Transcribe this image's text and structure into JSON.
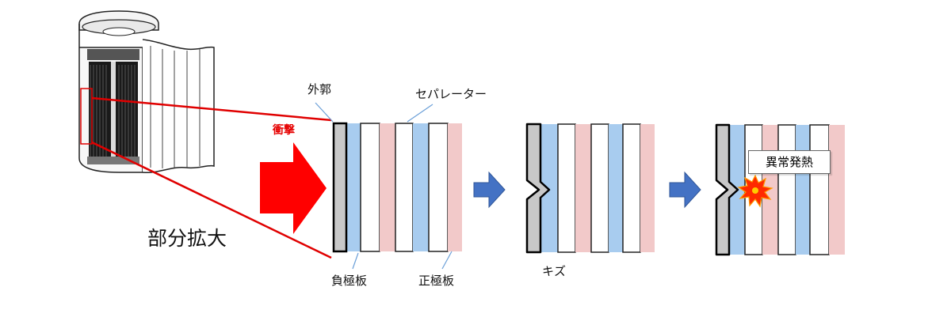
{
  "labels": {
    "outer_case": "外郭",
    "separator": "セパレーター",
    "impact": "衝撃",
    "partial_enlargement": "部分拡大",
    "negative_plate": "負極板",
    "positive_plate": "正極板",
    "scratch": "キズ",
    "abnormal_heat": "異常発熱"
  },
  "colors": {
    "negative_plate": "#a8ccef",
    "positive_plate": "#f2c9c9",
    "separator": "#ffffff",
    "outer_case": "#c8c8c8",
    "impact_arrow": "#ff0000",
    "magnify_lines": "#e00000",
    "step_arrow": "#4472c4",
    "callout_line": "#6a9fd8",
    "burst": "#ff2a00"
  }
}
